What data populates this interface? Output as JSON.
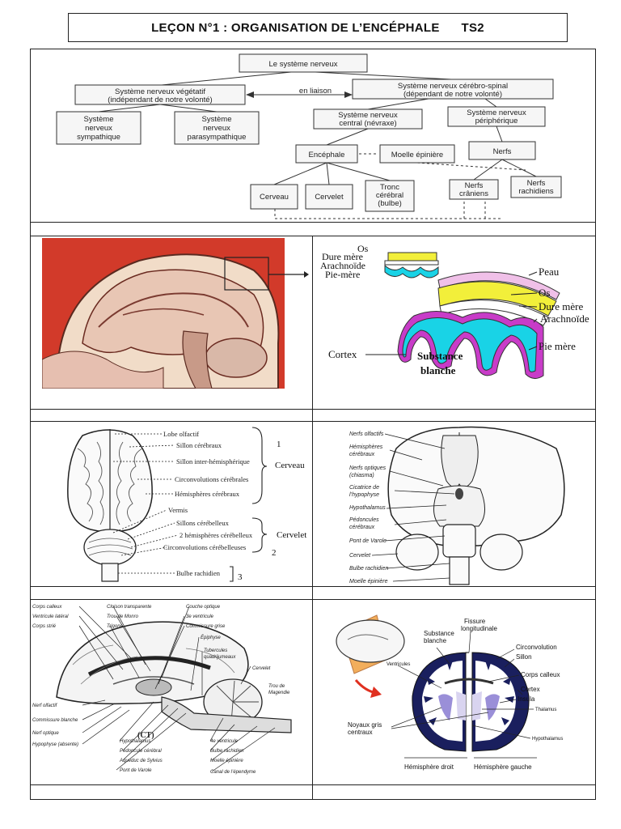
{
  "title": "LEÇON N°1 : ORGANISATION DE L’ENCÉPHALE      TS2",
  "organigram": {
    "root": "Le système nerveux",
    "link": "en liaison",
    "vegetatif": [
      "Système nerveux végétatif",
      "(indépendant de notre volonté)"
    ],
    "cerebrospinal": [
      "Système nerveux cérébro-spinal",
      "(dépendant de notre volonté)"
    ],
    "sympathique": [
      "Système",
      "nerveux",
      "sympathique"
    ],
    "parasympathique": [
      "Système",
      "nerveux",
      "parasympathique"
    ],
    "central": [
      "Système nerveux",
      "central (névraxe)"
    ],
    "peripherique": [
      "Système nerveux",
      "périphérique"
    ],
    "encephale": "Encéphale",
    "moelle": "Moelle épinière",
    "nerfs": "Nerfs",
    "cerveau": "Cerveau",
    "cervelet": "Cervelet",
    "tronc": [
      "Tronc",
      "cérébral",
      "(bulbe)"
    ],
    "craniens": [
      "Nerfs",
      "crâniens"
    ],
    "rachidiens": [
      "Nerfs",
      "rachidiens"
    ]
  },
  "meninges": {
    "left_small": [
      "Os",
      "Dure mère",
      "Arachnoïde",
      "Pie-mère"
    ],
    "right": [
      "Peau",
      "Os",
      "Dure mère",
      "Arachnoïde",
      "Pie mère"
    ],
    "cortex": "Cortex",
    "substance": [
      "Substance",
      "blanche"
    ]
  },
  "dorsal": {
    "labels": [
      "Lobe olfactif",
      "Sillon cérébraux",
      "Sillon inter-hémisphérique",
      "Circonvolutions cérébrales",
      "Hémisphères cérébraux",
      "Vermis",
      "Sillons cérébelleux",
      "2 hémisphères cérébelleux",
      "Circonvolutions cérébelleuses",
      "Bulbe rachidien"
    ],
    "brace1": "1",
    "brace1_label": "Cerveau",
    "brace2": "2",
    "brace2_label": "Cervelet",
    "brace3": "3"
  },
  "ventral": {
    "labels": [
      "Nerfs olfactifs",
      "Hémisphères",
      "cérébraux",
      "Nerfs optiques",
      "(chiasma)",
      "Cicatrice de",
      "l’hypophyse",
      "Hypothalamus",
      "Pédoncules",
      "cérébraux",
      "Pont de Varole",
      "Cervelet",
      "Bulbe rachidien",
      "Moelle épinière"
    ]
  },
  "sagittal": {
    "top": [
      "Corps calleux",
      "Ventricule latéral",
      "Corps strié",
      "Cloison transparente",
      "Trou de Monro",
      "Trigone",
      "Couche optique",
      "3e ventricule",
      "Commissure grise",
      "Épiphyse",
      "Tubercules",
      "quadrijumeaux",
      "Cervelet",
      "Trou de",
      "Magendie"
    ],
    "bottom": [
      "Nerf olfactif",
      "Commissure blanche",
      "Nerf optique",
      "Hypophyse (absente)",
      "Hypothalamus",
      "Pédoncule cérébral",
      "Aqueduc de Sylvius",
      "Pont de Varole",
      "4e ventricule",
      "Bulbe rachidien",
      "Moelle épinière",
      "Canal de l’épendyme"
    ],
    "ct": "(CT)"
  },
  "coronal": {
    "labels": [
      "Fissure",
      "longitudinale",
      "Substance",
      "blanche",
      "Circonvolution",
      "Sillon",
      "Ventricules",
      "Corps calleux",
      "Cortex",
      "Insula",
      "Thalamus",
      "Noyaux gris",
      "centraux",
      "Hypothalamus"
    ],
    "hemi_droit": "Hémisphère droit",
    "hemi_gauche": "Hémisphère gauche"
  },
  "colors": {
    "cyan": "#19d3e6",
    "yellow": "#f2ef3a",
    "magenta": "#c83cc8",
    "navy": "#1a1f5e",
    "lavender": "#9a8fd8",
    "photo_bg": "#d23a2a",
    "arrow_red": "#e03020",
    "orange": "#f0a040"
  }
}
